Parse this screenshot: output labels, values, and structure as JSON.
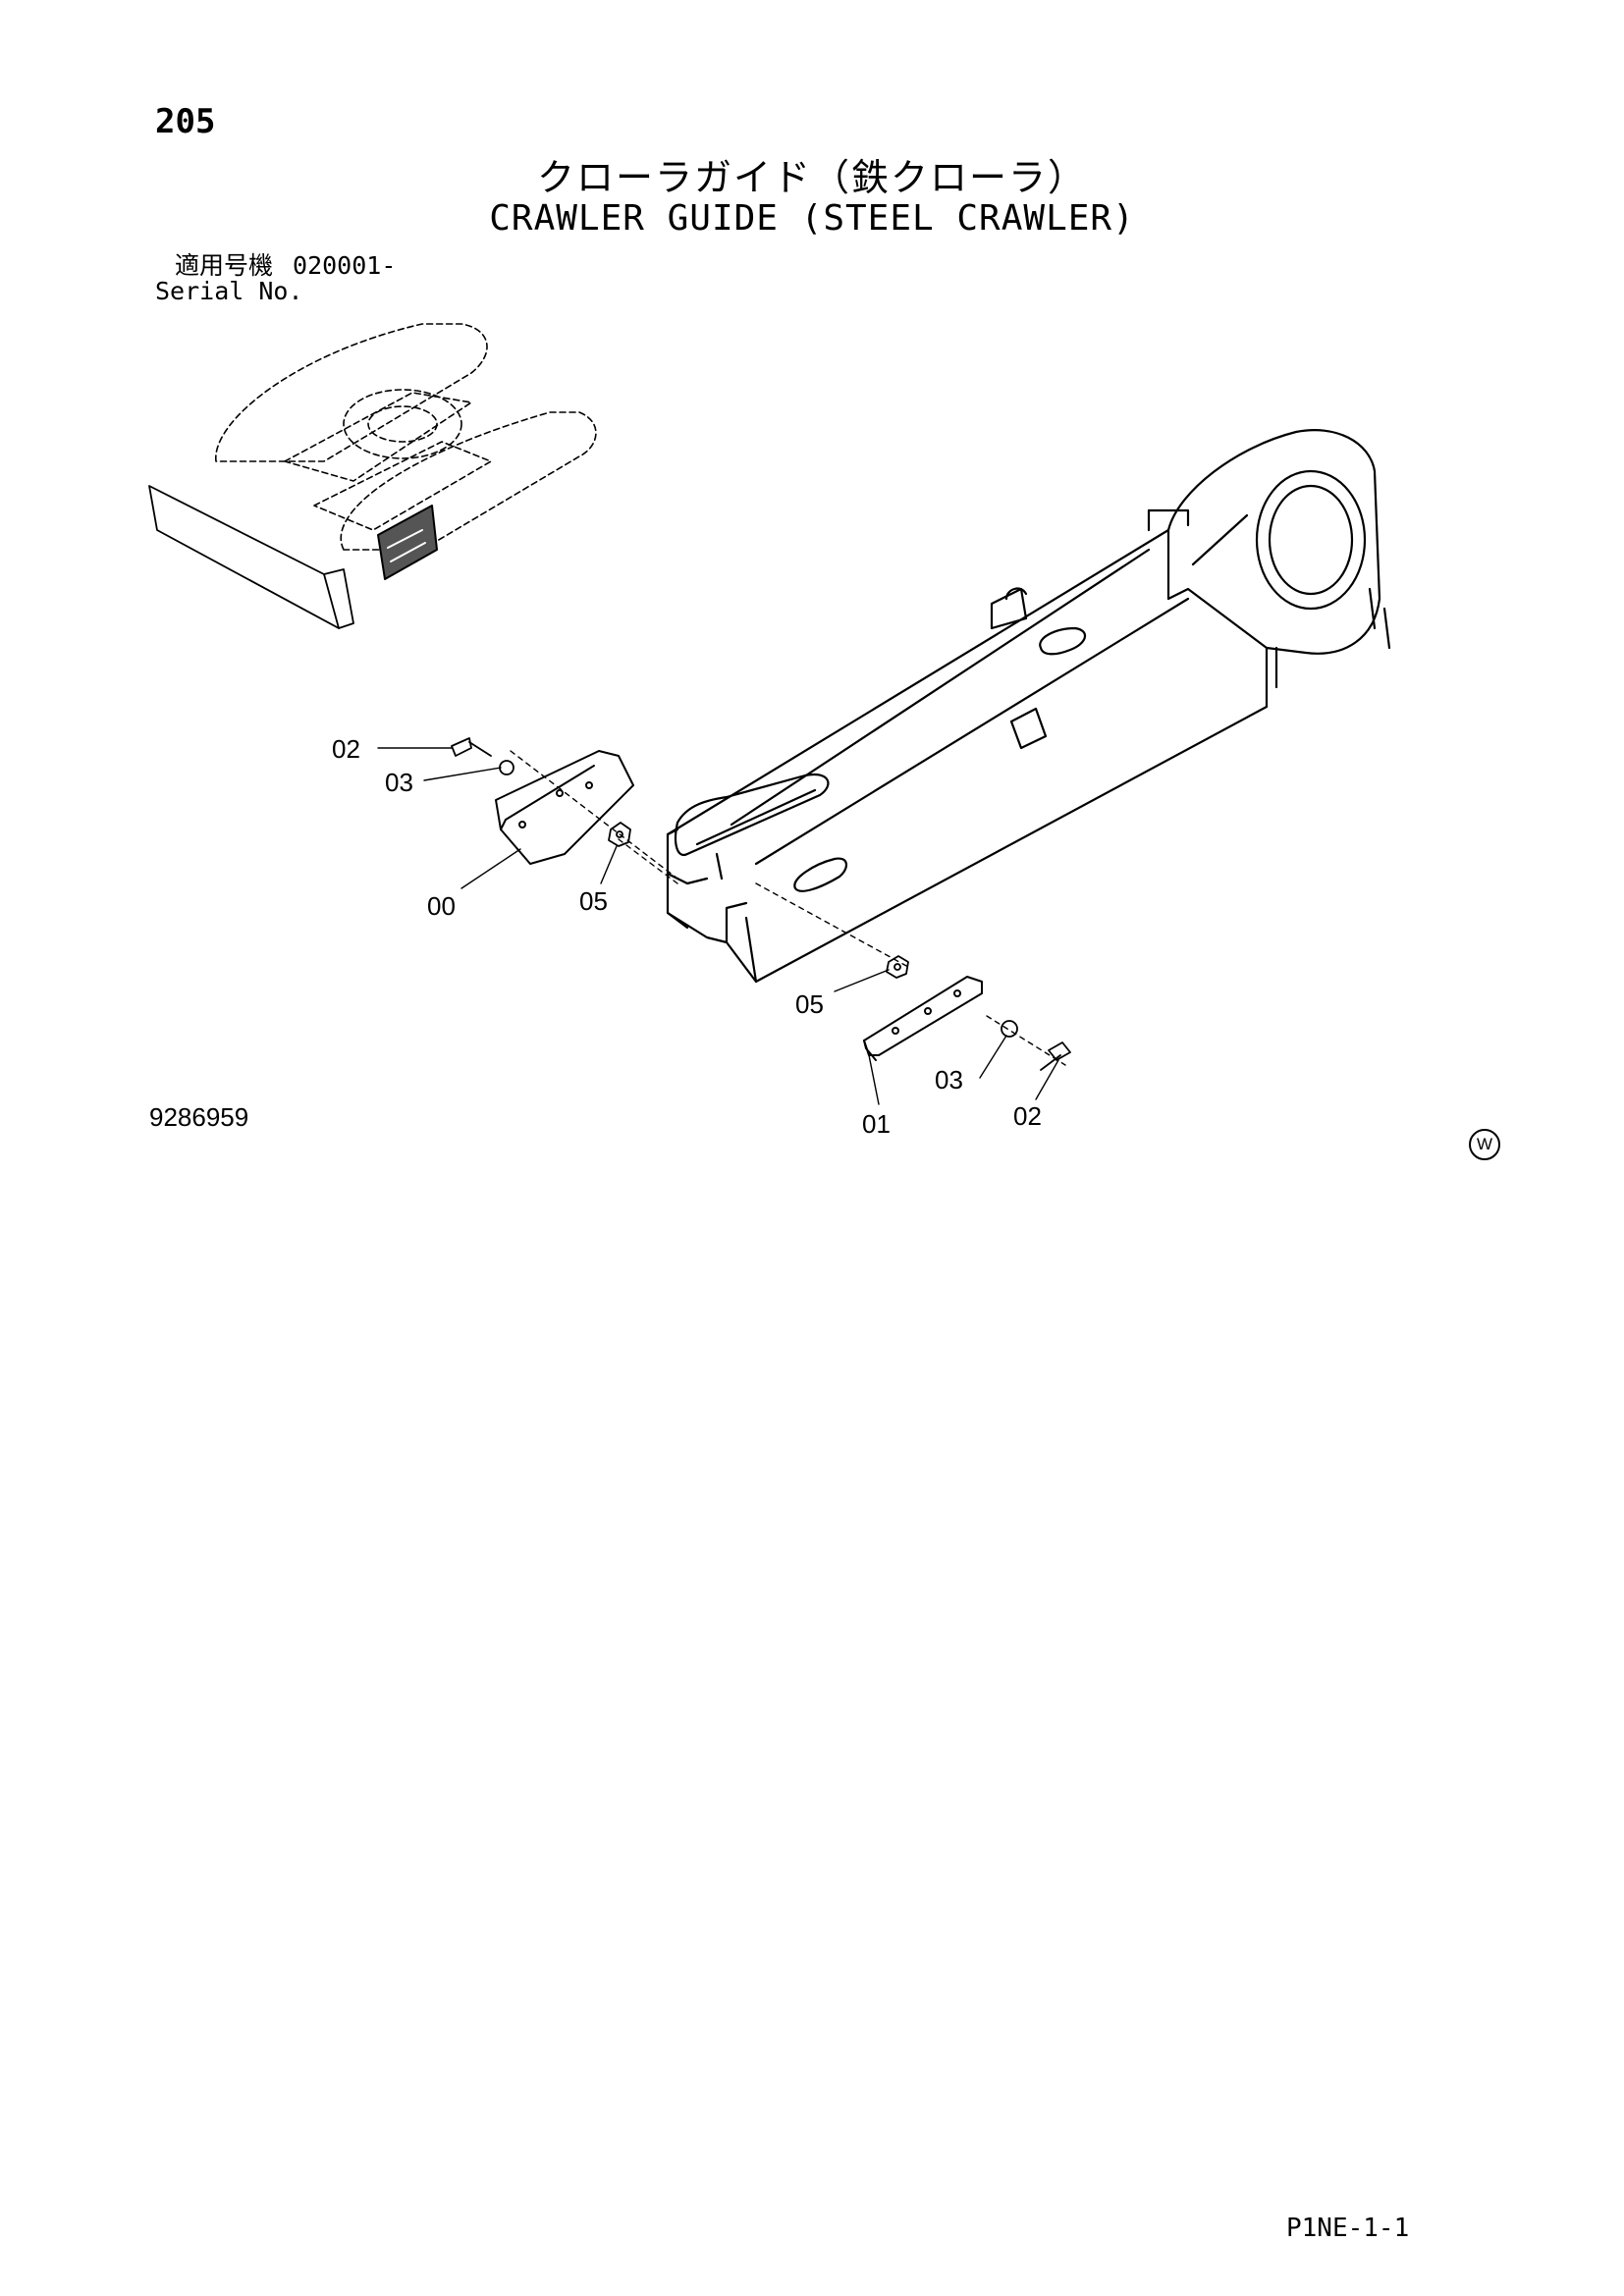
{
  "header": {
    "page_number": "205",
    "title_jp": "クローラガイド（鉄クローラ）",
    "title_en": "CRAWLER GUIDE (STEEL CRAWLER)"
  },
  "serial": {
    "label_jp": "適用号機",
    "value": "020001-",
    "label_en": "Serial No."
  },
  "callouts": {
    "c00": "00",
    "c01": "01",
    "c02_top": "02",
    "c03_top": "03",
    "c05_top": "05",
    "c05_bottom": "05",
    "c03_bottom": "03",
    "c02_bottom": "02"
  },
  "footer": {
    "figure_number": "9286959",
    "mark": "W",
    "page_code": "P1NE-1-1"
  }
}
